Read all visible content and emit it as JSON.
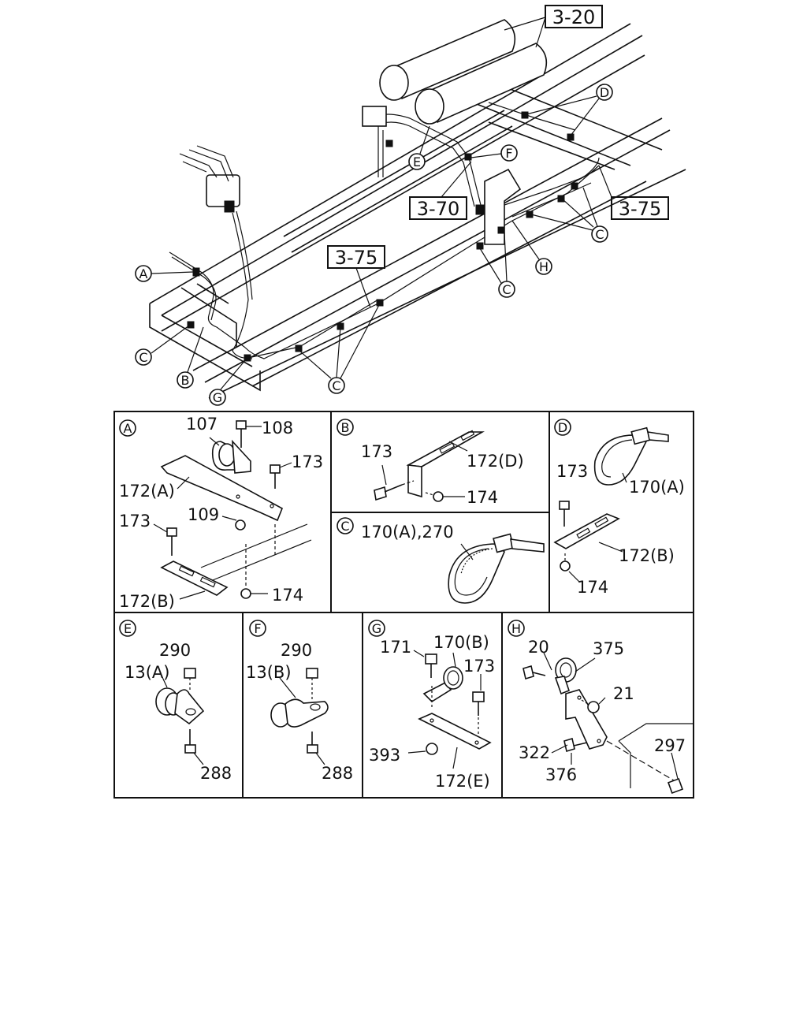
{
  "overview": {
    "refs": [
      "3-20",
      "3-70",
      "3-75",
      "3-75"
    ],
    "callouts": [
      "A",
      "B",
      "C",
      "C",
      "C",
      "C",
      "D",
      "E",
      "F",
      "G",
      "H"
    ]
  },
  "panels": {
    "A": {
      "letter": "A",
      "labels": [
        "107",
        "108",
        "173",
        "172(A)",
        "109",
        "173",
        "172(B)",
        "174"
      ]
    },
    "B": {
      "letter": "B",
      "labels": [
        "173",
        "172(D)",
        "174"
      ]
    },
    "C": {
      "letter": "C",
      "labels": [
        "170(A),270"
      ]
    },
    "D": {
      "letter": "D",
      "labels": [
        "173",
        "170(A)",
        "172(B)",
        "174"
      ]
    },
    "E": {
      "letter": "E",
      "labels": [
        "290",
        "13(A)",
        "288"
      ]
    },
    "F": {
      "letter": "F",
      "labels": [
        "290",
        "13(B)",
        "288"
      ]
    },
    "G": {
      "letter": "G",
      "labels": [
        "171",
        "170(B)",
        "173",
        "393",
        "172(E)"
      ]
    },
    "H": {
      "letter": "H",
      "labels": [
        "20",
        "375",
        "21",
        "322",
        "297",
        "376"
      ]
    }
  }
}
